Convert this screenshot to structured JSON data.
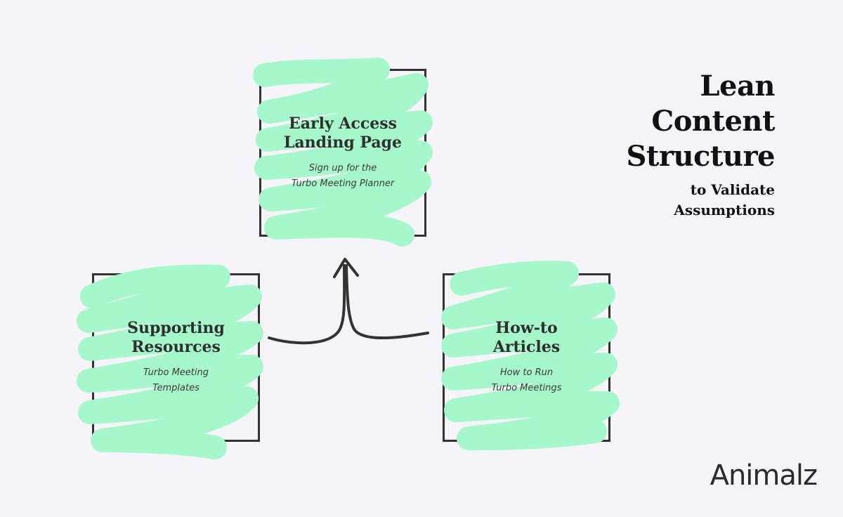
{
  "heading": {
    "main_lines": [
      "Lean",
      "Content",
      "Structure"
    ],
    "sub_lines": [
      "to Validate",
      "Assumptions"
    ]
  },
  "nodes": {
    "top": {
      "title_lines": [
        "Early Access",
        "Landing Page"
      ],
      "sub_lines": [
        "Sign up for the",
        "Turbo Meeting Planner"
      ]
    },
    "left": {
      "title_lines": [
        "Supporting",
        "Resources"
      ],
      "sub_lines": [
        "Turbo Meeting",
        "Templates"
      ]
    },
    "right": {
      "title_lines": [
        "How-to",
        "Articles"
      ],
      "sub_lines": [
        "How to Run",
        "Turbo Meetings"
      ]
    }
  },
  "logo": {
    "text": "Animalz"
  },
  "colors": {
    "background": "#f5f5f9",
    "highlight": "#a6f7cc",
    "border": "#333333",
    "text": "#2f2f2f"
  }
}
